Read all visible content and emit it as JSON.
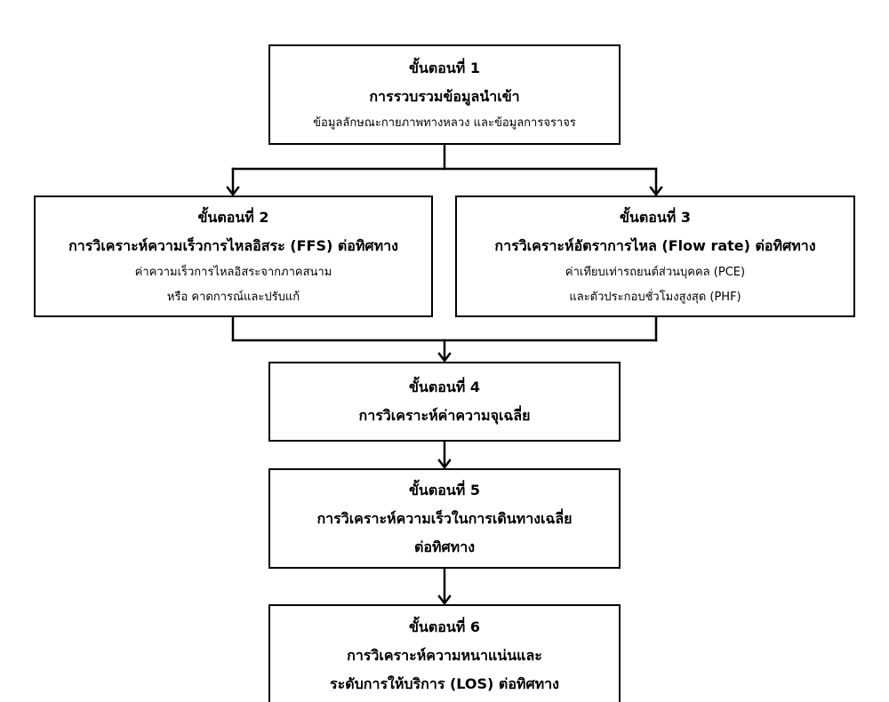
{
  "flowchart": {
    "step1": {
      "label": "ขั้นตอนที่ 1",
      "title_lines": [
        "การรวบรวมข้อมูลนำเข้า"
      ],
      "detail_lines": [
        "ข้อมูลลักษณะกายภาพทางหลวง และข้อมูลการจราจร"
      ]
    },
    "step2": {
      "label": "ขั้นตอนที่ 2",
      "title_lines": [
        "การวิเคราะห์ความเร็วการไหลอิสระ (FFS) ต่อทิศทาง"
      ],
      "detail_lines": [
        "ค่าความเร็วการไหลอิสระจากภาคสนาม",
        "หรือ คาดการณ์และปรับแก้"
      ]
    },
    "step3": {
      "label": "ขั้นตอนที่ 3",
      "title_lines": [
        "การวิเคราะห์อัตราการไหล (Flow rate) ต่อทิศทาง"
      ],
      "detail_lines": [
        "ค่าเทียบเท่ารถยนต์ส่วนบุคคล (PCE)",
        "และตัวประกอบชั่วโมงสูงสุด (PHF)"
      ]
    },
    "step4": {
      "label": "ขั้นตอนที่ 4",
      "title_lines": [
        "การวิเคราะห์ค่าความจุเฉลี่ย"
      ]
    },
    "step5": {
      "label": "ขั้นตอนที่ 5",
      "title_lines": [
        "การวิเคราะห์ความเร็วในการเดินทางเฉลี่ย",
        "ต่อทิศทาง"
      ]
    },
    "step6": {
      "label": "ขั้นตอนที่ 6",
      "title_lines": [
        "การวิเคราะห์ความหนาแน่นและ",
        "ระดับการให้บริการ (LOS) ต่อทิศทาง"
      ]
    }
  },
  "colors": {
    "line": "#000000",
    "background": "#ffffff"
  }
}
